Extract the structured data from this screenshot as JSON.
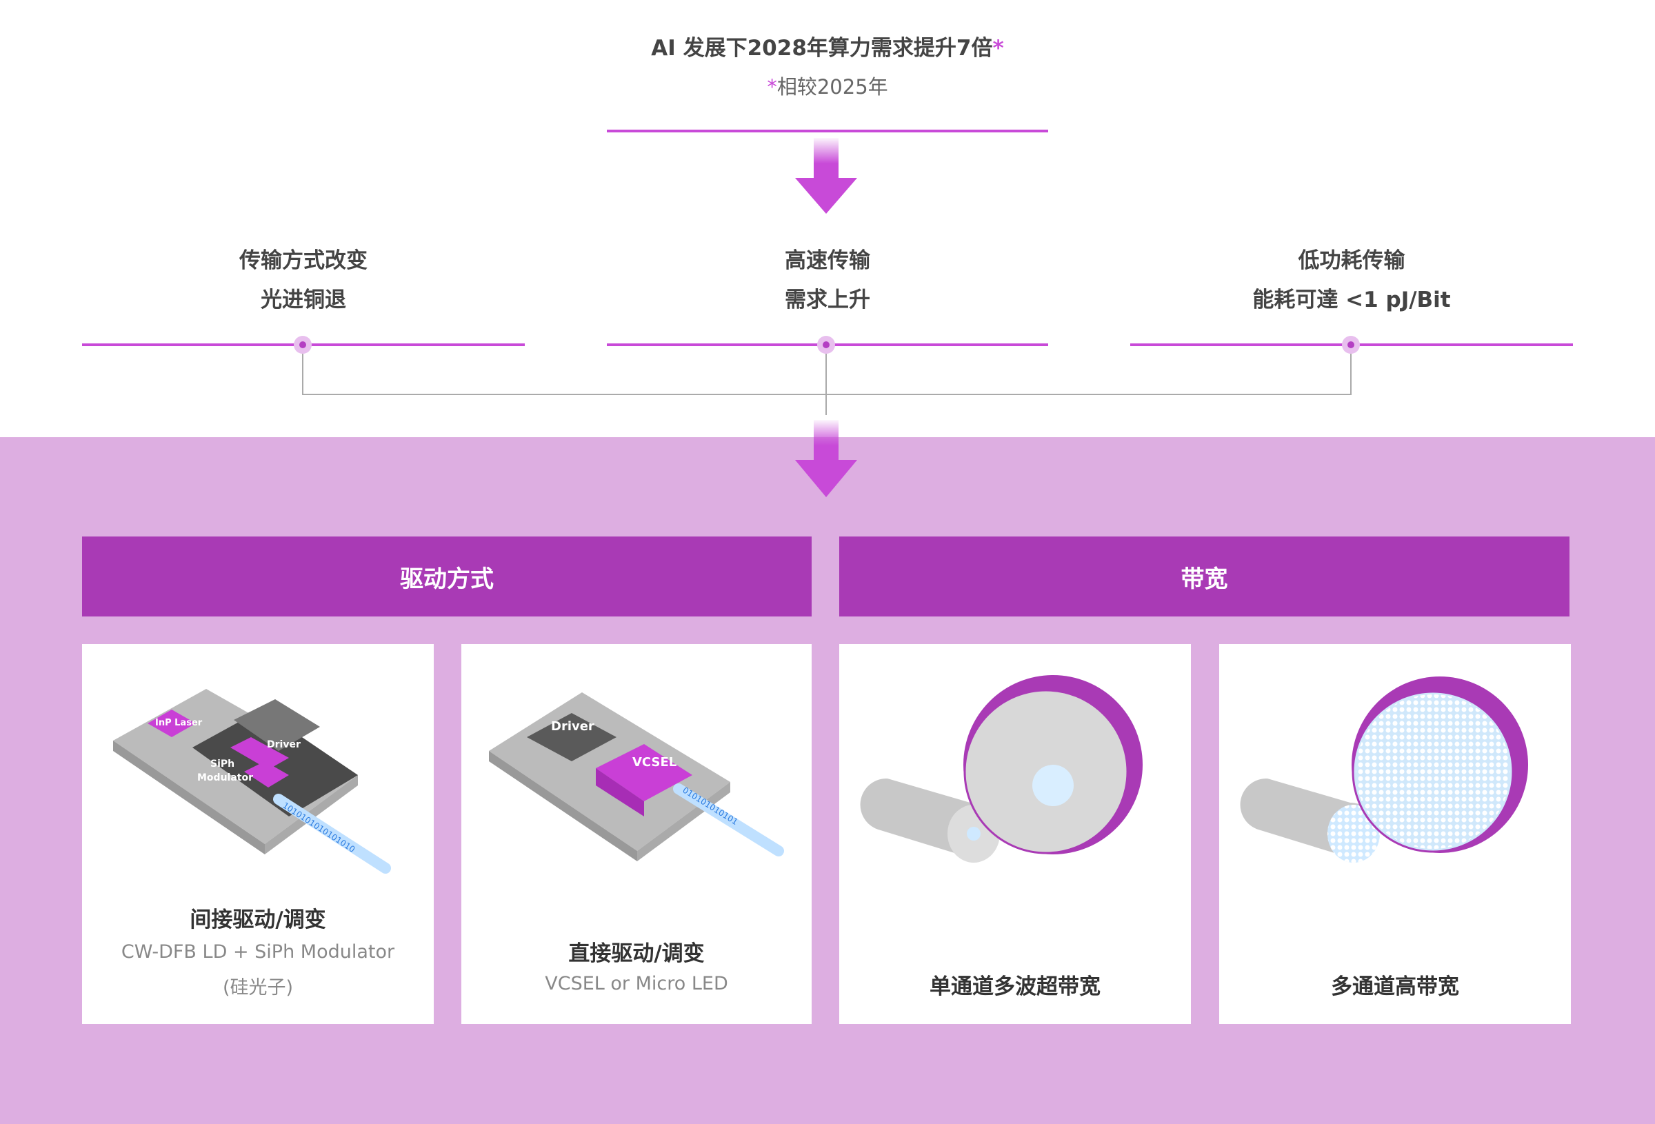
{
  "header": {
    "title": "AI 发展下2028年算力需求提升7倍",
    "title_star": "*",
    "note_star": "*",
    "note": "相较2025年"
  },
  "columns": [
    {
      "line1": "传输方式改变",
      "line2": "光进铜退"
    },
    {
      "line1": "高速传输",
      "line2": "需求上升"
    },
    {
      "line1": "低功耗传输",
      "line2": "能耗可達 <1 pJ/Bit"
    }
  ],
  "sections": [
    {
      "label": "驱动方式"
    },
    {
      "label": "带宽"
    }
  ],
  "cards": [
    {
      "title": "间接驱动/调变",
      "sub1": "CW-DFB LD + SiPh Modulator",
      "sub2": "(硅光子)",
      "labels": {
        "laser": "InP Laser",
        "driver": "Driver",
        "mod1": "SiPh",
        "mod2": "Modulator",
        "bits": "1010101010101010"
      }
    },
    {
      "title": "直接驱动/调变",
      "sub1": "VCSEL or Micro LED",
      "labels": {
        "driver": "Driver",
        "vcsel": "VCSEL",
        "bits": "010101010101"
      }
    },
    {
      "title": "单通道多波超带宽"
    },
    {
      "title": "多通道高带宽"
    }
  ],
  "colors": {
    "accent": "#c84ad8",
    "bar": "#a93ab5",
    "band": "#ddaee1"
  }
}
